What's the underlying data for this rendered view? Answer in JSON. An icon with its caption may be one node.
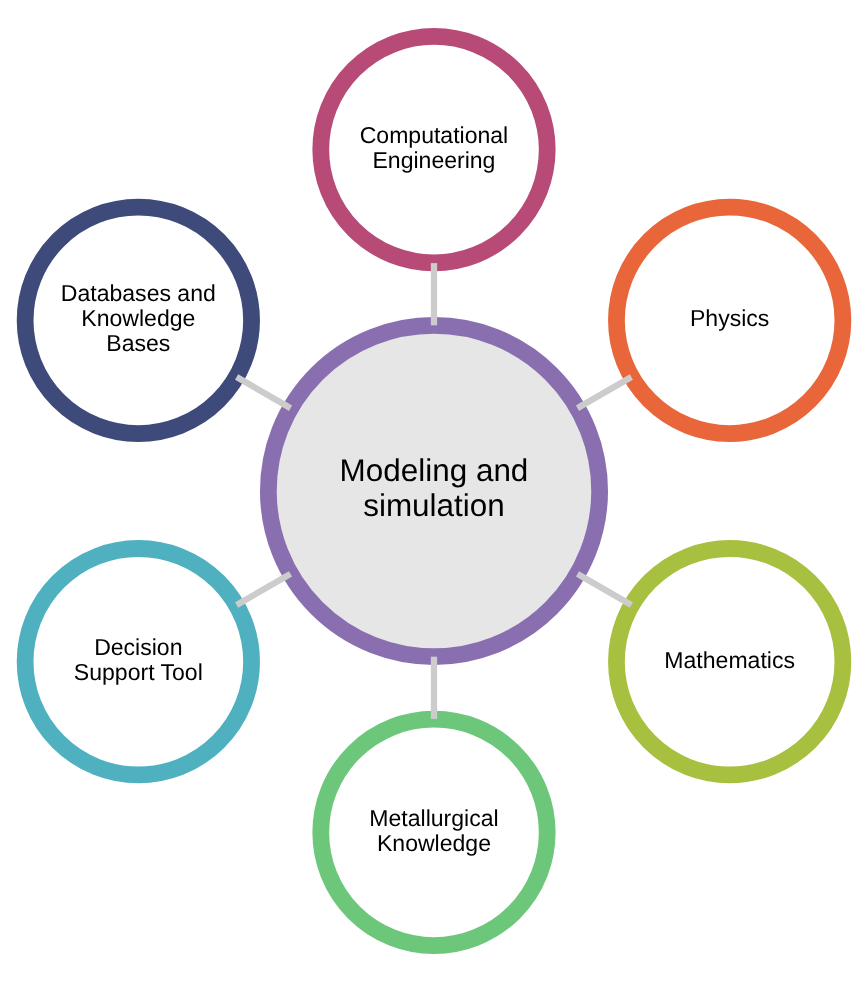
{
  "diagram": {
    "nodes": [
      {
        "text": [
          "Modeling and simulation"
        ]
      },
      {
        "text": [
          "Physics"
        ]
      },
      {
        "text": [
          "Computational Engineering"
        ]
      },
      {
        "text": [
          "Databases and Knowledge Bases"
        ]
      },
      {
        "text": [
          "Decision Support Tool"
        ]
      },
      {
        "text": [
          "Metallurgical Knowledge"
        ]
      },
      {
        "text": [
          "Mathematics"
        ]
      }
    ],
    "edges": [
      {
        "from": 0,
        "to": 1,
        "arrow": "none"
      },
      {
        "from": 0,
        "to": 2,
        "arrow": "none"
      },
      {
        "from": 0,
        "to": 3,
        "arrow": "none"
      },
      {
        "from": 0,
        "to": 4,
        "arrow": "none"
      },
      {
        "from": 0,
        "to": 5,
        "arrow": "none"
      },
      {
        "from": 0,
        "to": 6,
        "arrow": "none"
      }
    ]
  }
}
